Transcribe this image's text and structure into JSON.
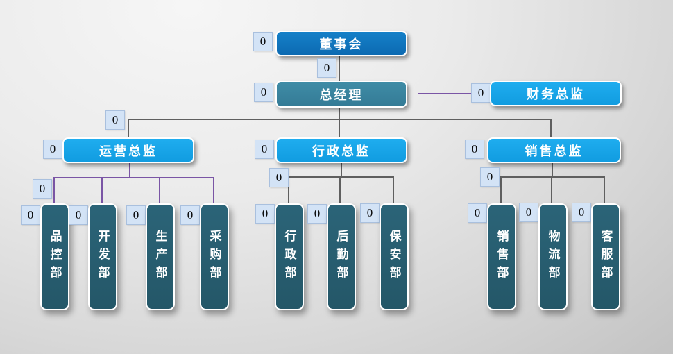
{
  "palette": {
    "level1_blue": "#0d6cb2",
    "level2_teal": "#38839d",
    "level3_bright_blue": "#18a6e8",
    "level4_dark_teal": "#275d70",
    "connector_gray": "#5f5f5f",
    "connector_purple": "#7a55a5",
    "count_badge_bg": "#d3e3f6"
  },
  "nodes": {
    "board": {
      "label": "董事会",
      "count": "0"
    },
    "board_gm_edge": {
      "count": "0"
    },
    "gm": {
      "label": "总经理",
      "count": "0"
    },
    "finance": {
      "label": "财务总监",
      "count": "0"
    },
    "directors_edge": {
      "count": "0"
    },
    "ops": {
      "label": "运营总监",
      "count": "0",
      "edge_count": "0",
      "children": [
        {
          "label": "品控部",
          "count": "0"
        },
        {
          "label": "开发部",
          "count": "0"
        },
        {
          "label": "生产部",
          "count": "0"
        },
        {
          "label": "采购部",
          "count": "0"
        }
      ]
    },
    "admin": {
      "label": "行政总监",
      "count": "0",
      "edge_count": "0",
      "children": [
        {
          "label": "行政部",
          "count": "0"
        },
        {
          "label": "后勤部",
          "count": "0"
        },
        {
          "label": "保安部",
          "count": "0"
        }
      ]
    },
    "sales": {
      "label": "销售总监",
      "count": "0",
      "edge_count": "0",
      "children": [
        {
          "label": "销售部",
          "count": "0"
        },
        {
          "label": "物流部",
          "count": "0"
        },
        {
          "label": "客服部",
          "count": "0"
        }
      ]
    }
  }
}
